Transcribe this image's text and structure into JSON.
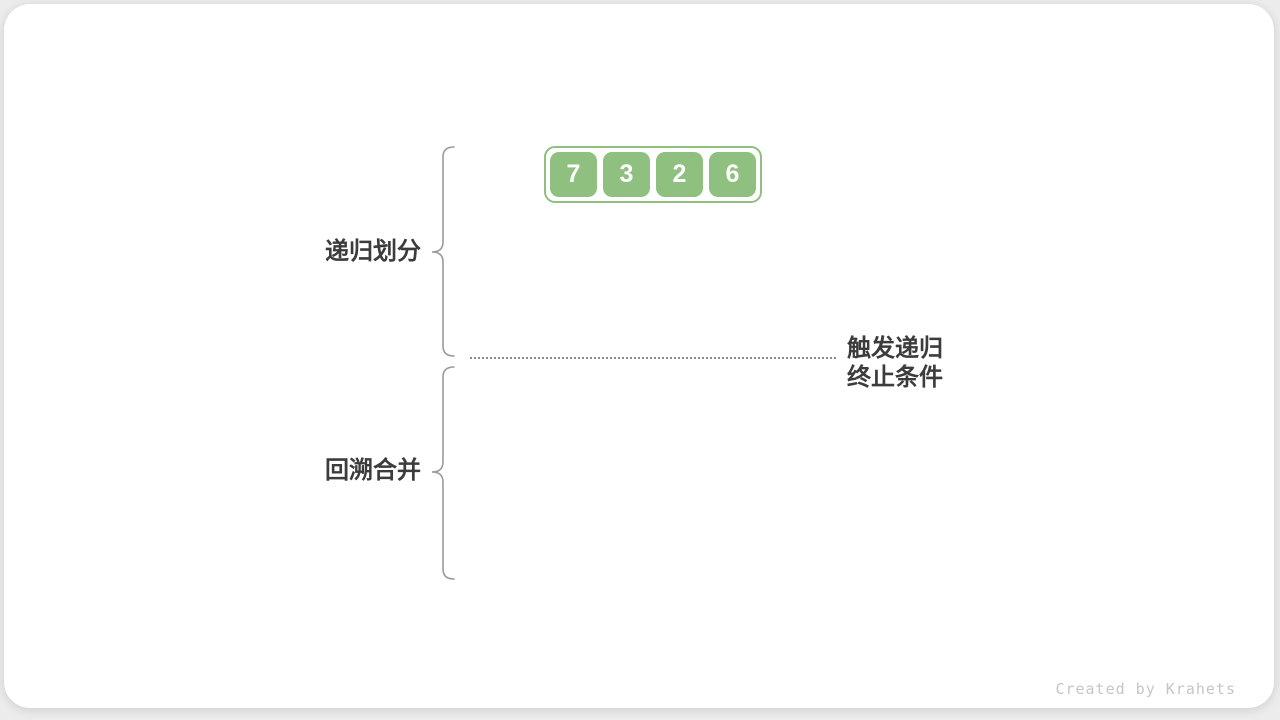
{
  "array": {
    "values": [
      "7",
      "3",
      "2",
      "6"
    ]
  },
  "labels": {
    "recursive_divide": "递归划分",
    "backtrack_merge": "回溯合并",
    "termination_line1": "触发递归",
    "termination_line2": "终止条件"
  },
  "watermark": "Created by Krahets",
  "colors": {
    "cell_green": "#8fc080",
    "array_border_green": "#8fc080",
    "cell_text": "#ffffff",
    "label_text": "#3c3c3c",
    "brace": "#9b9b9b",
    "dotted_line": "#8a8a8a",
    "watermark_text": "#c6c6c6",
    "page_background": "#ececec",
    "card_background": "#ffffff"
  }
}
